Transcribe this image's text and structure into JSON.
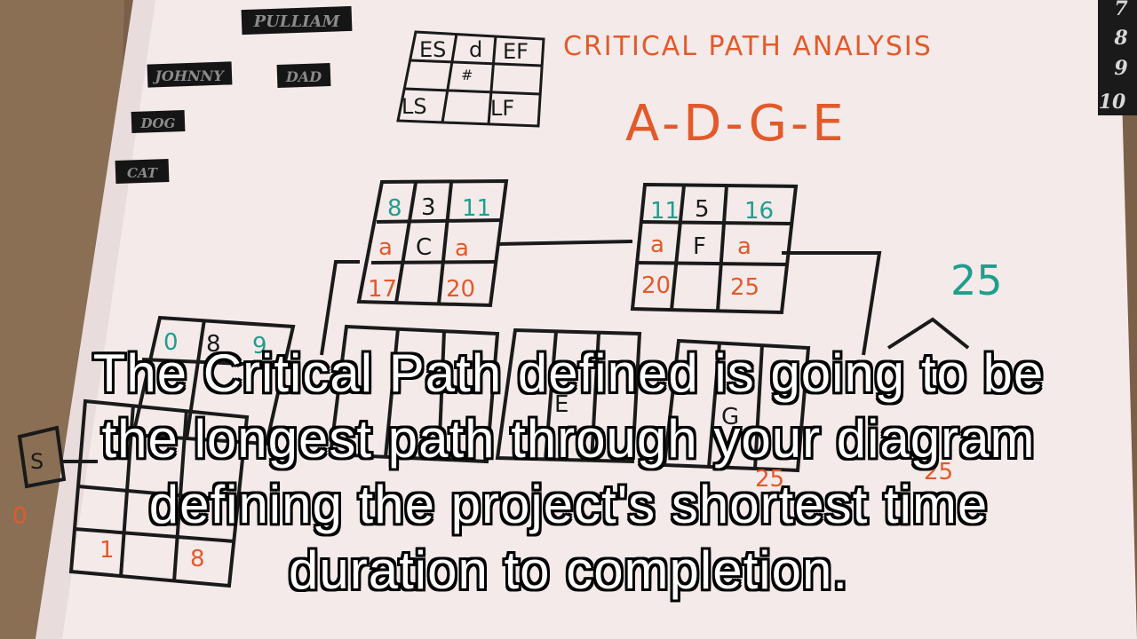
{
  "board": {
    "title": "CRITICAL PATH ANALYSIS",
    "path": "A-D-G-E",
    "total": "25"
  },
  "legend": {
    "es": "ES",
    "d": "d",
    "ef": "EF",
    "mid": "#",
    "ls": "LS",
    "lf": "LF"
  },
  "labels": {
    "pulliam": "PULLIAM",
    "johnny": "JOHNNY",
    "dad": "DAD",
    "dog": "DOG",
    "cat": "CAT"
  },
  "ruler": [
    "7",
    "8",
    "9",
    "10"
  ],
  "nodes": {
    "c": {
      "es": "8",
      "d": "3",
      "ef": "11",
      "l1": "a",
      "name": "C",
      "l2": "a",
      "ls": "17",
      "lf": "20"
    },
    "f": {
      "es": "11",
      "d": "5",
      "ef": "16",
      "l1": "a",
      "name": "F",
      "l2": "a",
      "ls": "20",
      "lf": "25"
    }
  },
  "fragments": {
    "a_row1": [
      "0",
      "8",
      "9"
    ],
    "b_row": [
      "1",
      "8"
    ],
    "e_name": "E",
    "g_name": "G",
    "start": "S",
    "zero": "0",
    "g_lf": "25",
    "end_lf": "25"
  },
  "caption": {
    "line1": "The Critical Path defined is going to be",
    "line2": "the longest path through your diagram",
    "line3": "defining the project's shortest time",
    "line4": "duration to completion."
  }
}
